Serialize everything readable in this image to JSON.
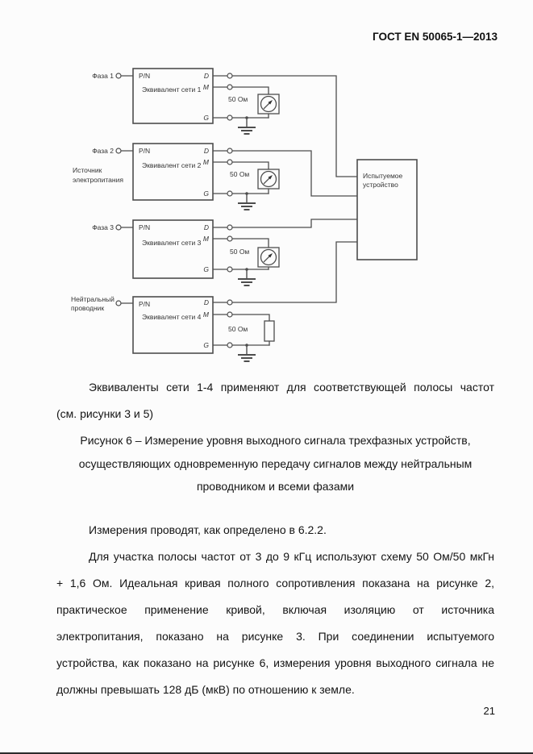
{
  "header": {
    "doc_number": "ГОСТ EN 50065-1—2013"
  },
  "page": {
    "number": "21"
  },
  "colors": {
    "line": "#4d4d4d",
    "text": "#1a1a1a",
    "background": "#fcfcfc"
  },
  "diagram": {
    "blocks": [
      {
        "phase": "Фаза 1",
        "pn": "P/N",
        "title": "Эквивалент сети 1",
        "d": "D",
        "m": "M",
        "g": "G",
        "impedance": "50 Ом"
      },
      {
        "phase": "Фаза 2",
        "pn": "P/N",
        "title": "Эквивалент сети 2",
        "d": "D",
        "m": "M",
        "g": "G",
        "impedance": "50 Ом"
      },
      {
        "phase": "Фаза 3",
        "pn": "P/N",
        "title": "Эквивалент сети 3",
        "d": "D",
        "m": "M",
        "g": "G",
        "impedance": "50 Ом"
      },
      {
        "phase_line1": "Нейтральный",
        "phase_line2": "проводник",
        "pn": "P/N",
        "title": "Эквивалент сети 4",
        "d": "D",
        "m": "M",
        "g": "G",
        "impedance": "50 Ом"
      }
    ],
    "source_label": {
      "line1": "Источник",
      "line2": "электропитания"
    },
    "dut": {
      "line1": "Испытуемое",
      "line2": "устройство"
    }
  },
  "body": {
    "p1_l1": "Эквиваленты сети 1-4 применяют для соответствующей полосы частот",
    "p1_l2": "(см. рисунки 3 и 5)",
    "cap_l1": "Рисунок 6 – Измерение уровня выходного сигнала трехфазных устройств,",
    "cap_l2": "осуществляющих одновременную передачу сигналов между нейтральным",
    "cap_l3": "проводником и всеми фазами",
    "p2_l1": "Измерения проводят, как определено в 6.2.2.",
    "p3_l1": "Для участка полосы частот от 3 до 9 кГц используют схему 50 Ом/50 мкГн",
    "p3_l2": "+ 1,6 Ом. Идеальная кривая полного сопротивления показана на рисунке 2,",
    "p3_l3": "практическое применение кривой, включая изоляцию от источника",
    "p3_l4": "электропитания, показано на рисунке 3. При соединении испытуемого",
    "p3_l5": "устройства, как показано на рисунке 6, измерения уровня выходного сигнала не",
    "p3_l6": "должны превышать 128 дБ (мкВ) по отношению к земле."
  }
}
